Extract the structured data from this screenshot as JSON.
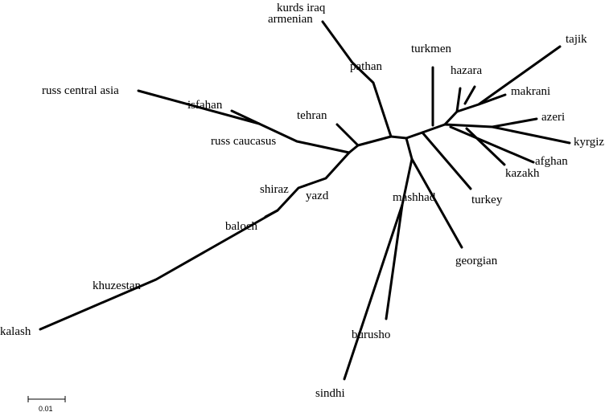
{
  "tree": {
    "type": "unrooted-phylogenetic-tree",
    "tips": [
      {
        "id": "kurds-iraq",
        "label": "kurds iraq"
      },
      {
        "id": "armenian",
        "label": "armenian"
      },
      {
        "id": "pathan",
        "label": "pathan"
      },
      {
        "id": "turkmen",
        "label": "turkmen"
      },
      {
        "id": "tajik",
        "label": "tajik"
      },
      {
        "id": "hazara",
        "label": "hazara"
      },
      {
        "id": "makrani",
        "label": "makrani"
      },
      {
        "id": "azeri",
        "label": "azeri"
      },
      {
        "id": "kyrgiz",
        "label": "kyrgiz"
      },
      {
        "id": "afghan",
        "label": "afghan"
      },
      {
        "id": "kazakh",
        "label": "kazakh"
      },
      {
        "id": "turkey",
        "label": "turkey"
      },
      {
        "id": "georgian",
        "label": "georgian"
      },
      {
        "id": "mashhad",
        "label": "mashhad"
      },
      {
        "id": "burusho",
        "label": "burusho"
      },
      {
        "id": "sindhi",
        "label": "sindhi"
      },
      {
        "id": "russ-central-asia",
        "label": "russ central asia"
      },
      {
        "id": "isfahan",
        "label": "isfahan"
      },
      {
        "id": "russ-caucasus",
        "label": "russ caucasus"
      },
      {
        "id": "tehran",
        "label": "tehran"
      },
      {
        "id": "shiraz",
        "label": "shiraz"
      },
      {
        "id": "yazd",
        "label": "yazd"
      },
      {
        "id": "baloch",
        "label": "baloch"
      },
      {
        "id": "khuzestan",
        "label": "khuzestan"
      },
      {
        "id": "kalash",
        "label": "kalash"
      }
    ],
    "scale_bar": {
      "label": "0.01"
    }
  }
}
